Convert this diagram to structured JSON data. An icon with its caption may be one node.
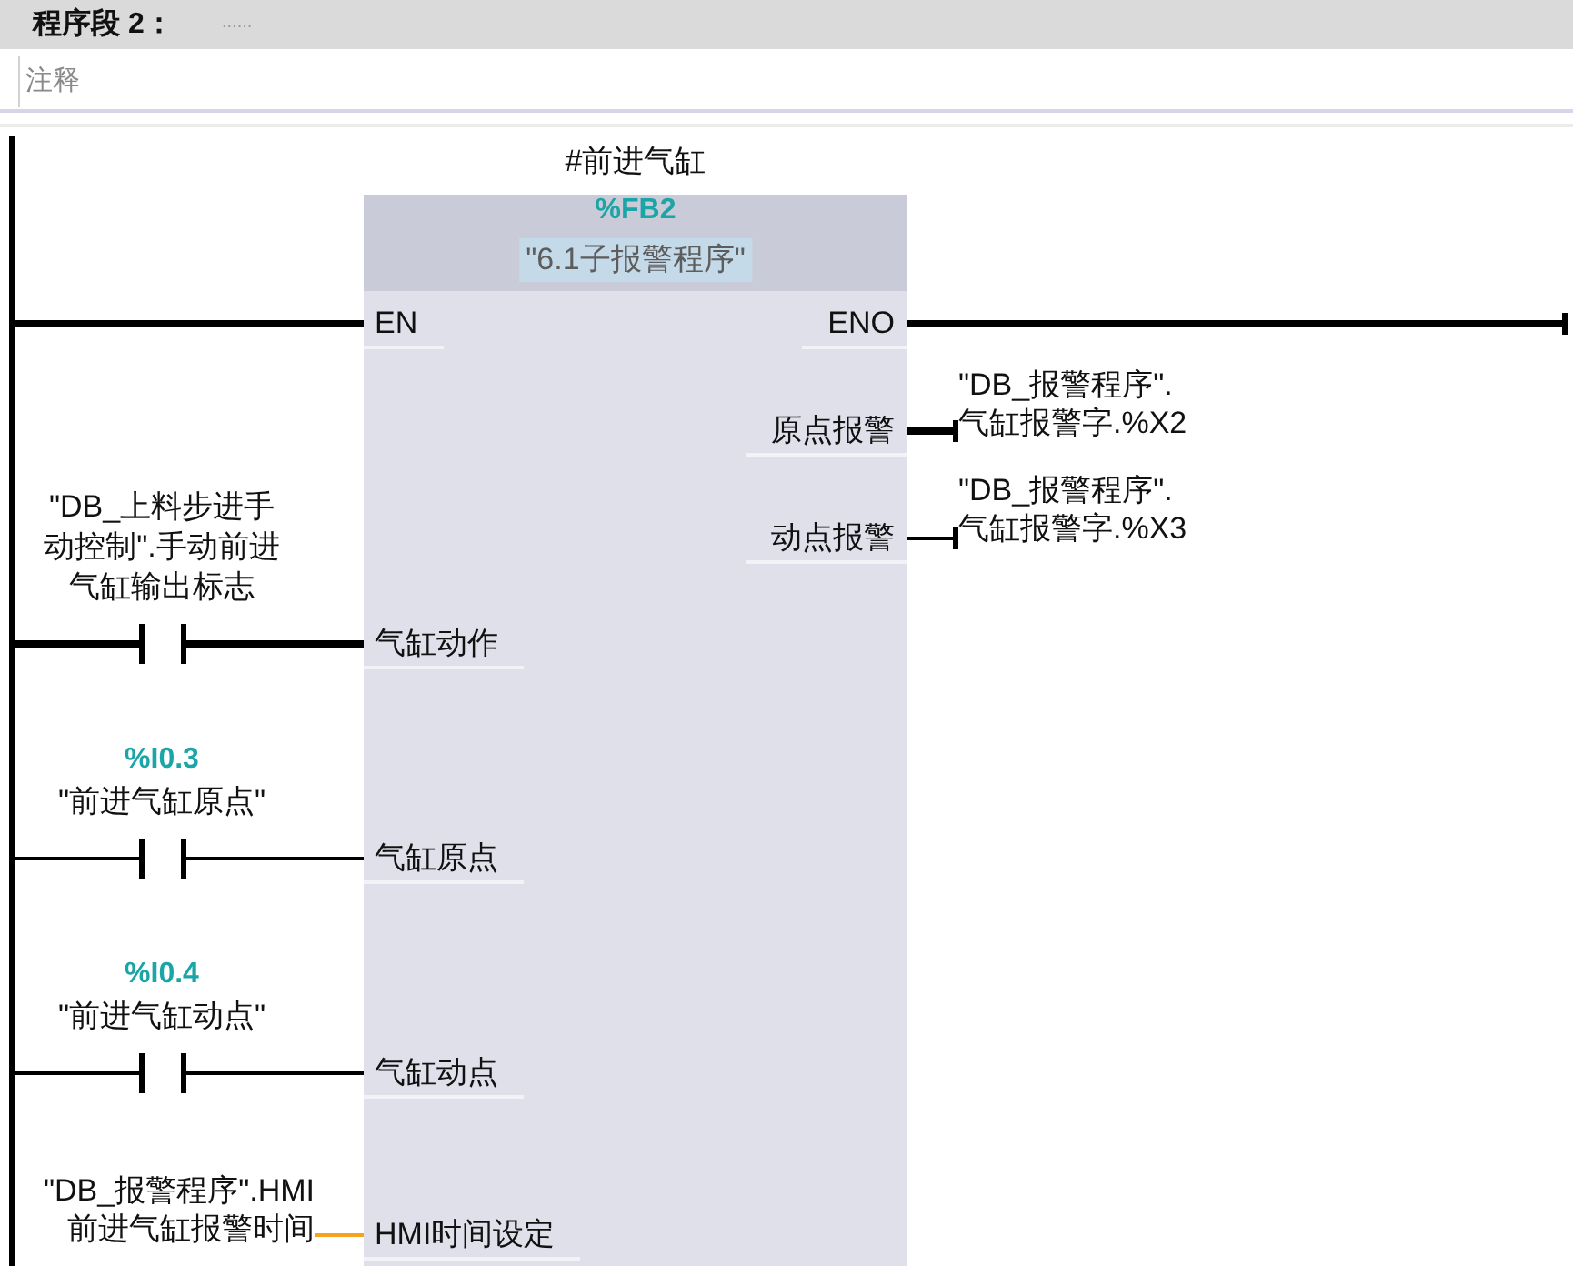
{
  "diagram": {
    "title": "程序段 2：",
    "nodes": [
      {
        "text": [],
        "shape": "bar"
      },
      {
        "text": [
          "#前进气缸",
          "%FB2",
          "\"6.1子报警程序\""
        ]
      },
      {
        "text": [
          "EN"
        ],
        "in": 1
      },
      {
        "text": [
          "ENO"
        ],
        "in": 1
      },
      {
        "text": [
          "原点报警"
        ],
        "in": 1
      },
      {
        "text": [
          "动点报警"
        ],
        "in": 1
      },
      {
        "text": [
          "气缸动作"
        ],
        "in": 1
      },
      {
        "text": [
          "气缸原点"
        ],
        "in": 1
      },
      {
        "text": [
          "气缸动点"
        ],
        "in": 1
      },
      {
        "text": [
          "HMI时间设定"
        ],
        "in": 1
      },
      {
        "text": [
          "\"DB_报警程序\".气缸报警字.%X2"
        ]
      },
      {
        "text": [
          "\"DB_报警程序\".气缸报警字.%X3"
        ]
      },
      {
        "text": [
          "\"DB_上料步进手动控制\".手动前进气缸输出标志"
        ]
      },
      {
        "text": [
          "%I0.3",
          "\"前进气缸原点\""
        ]
      },
      {
        "text": [
          "%I0.4",
          "\"前进气缸动点\""
        ]
      },
      {
        "text": [
          "\"DB_报警程序\".HMI前进气缸报警时间"
        ]
      }
    ],
    "edges": [
      {
        "from": 0,
        "to": 2,
        "arrow": "none",
        "style": "thick"
      },
      {
        "from": 3,
        "to": null,
        "arrow": "other",
        "style": "thick"
      },
      {
        "from": 4,
        "to": 10,
        "arrow": "other",
        "style": "thick"
      },
      {
        "from": 5,
        "to": 11,
        "arrow": "other"
      },
      {
        "from": 0,
        "to": 12,
        "arrow": "none",
        "style": "thick"
      },
      {
        "from": 12,
        "to": 6,
        "arrow": "none",
        "style": "thick"
      },
      {
        "from": 0,
        "to": 13,
        "arrow": "none"
      },
      {
        "from": 13,
        "to": 7,
        "arrow": "none"
      },
      {
        "from": 0,
        "to": 14,
        "arrow": "none"
      },
      {
        "from": 14,
        "to": 8,
        "arrow": "none"
      },
      {
        "from": 15,
        "to": 9,
        "arrow": "none",
        "color": "#f5a31a"
      }
    ],
    "labels": [
      "......",
      "注释"
    ]
  }
}
